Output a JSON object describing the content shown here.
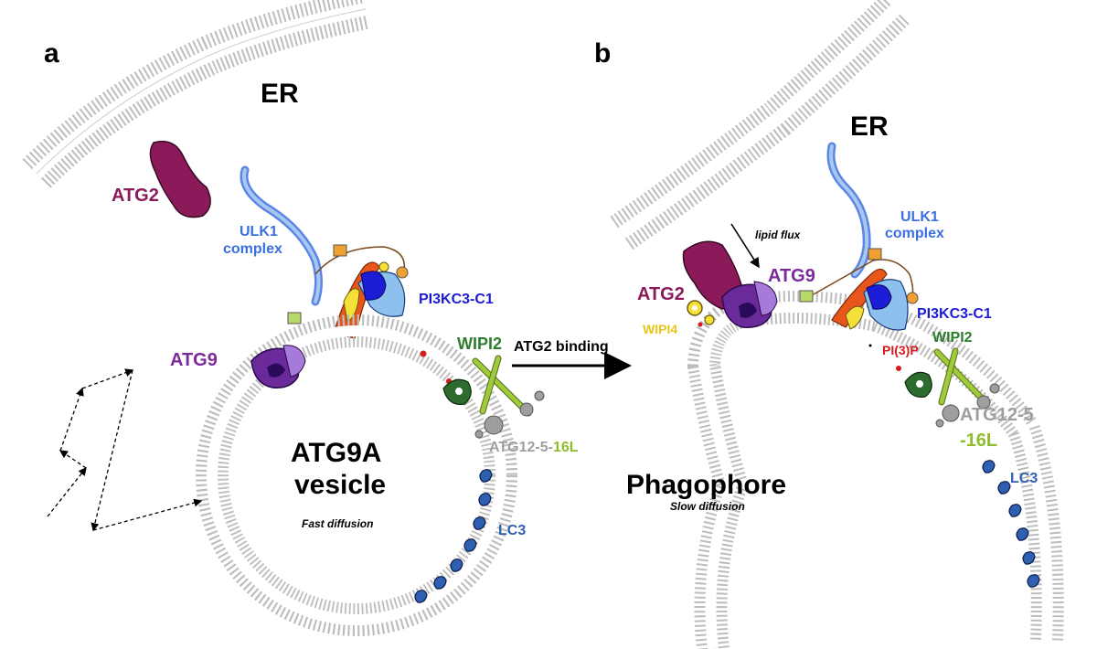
{
  "panel_a": {
    "letter": "a",
    "er_label": "ER",
    "atg2_label": "ATG2",
    "ulk1_line1": "ULK1",
    "ulk1_line2": "complex",
    "pi3k_label": "PI3KC3-C1",
    "atg9_label": "ATG9",
    "wipi2_label": "WIPI2",
    "vesicle_line1": "ATG9A",
    "vesicle_line2": "vesicle",
    "diffusion_label": "Fast diffusion",
    "atg12_grey": "ATG12-5-",
    "atg12_green": "16L",
    "lc3_label": "LC3"
  },
  "transition": {
    "label": "ATG2 binding"
  },
  "panel_b": {
    "letter": "b",
    "er_label": "ER",
    "lipid_flux_label": "lipid flux",
    "ulk1_line1": "ULK1",
    "ulk1_line2": "complex",
    "atg2_label": "ATG2",
    "atg9_label": "ATG9",
    "pi3k_label": "PI3KC3-C1",
    "wipi4_label": "WIPI4",
    "pi3p_label": "PI(3)P",
    "wipi2_label": "WIPI2",
    "atg12_line1": "ATG12-5",
    "atg12_line2": "-16L",
    "phagophore_label": "Phagophore",
    "diffusion_label": "Slow diffusion",
    "lc3_label": "LC3"
  },
  "colors": {
    "membrane": "#bdbdbd",
    "atg2": "#8b1a5a",
    "ulk1": "#3a6fe0",
    "pi3k": "#1c1cd6",
    "atg9": "#7a2a9a",
    "wipi2": "#2e7d2e",
    "wipi4": "#e6c619",
    "pi3p": "#d41c1c",
    "atg12_grey": "#9e9e9e",
    "atg16_green": "#8dbd2d",
    "lc3": "#2f5fb0"
  }
}
